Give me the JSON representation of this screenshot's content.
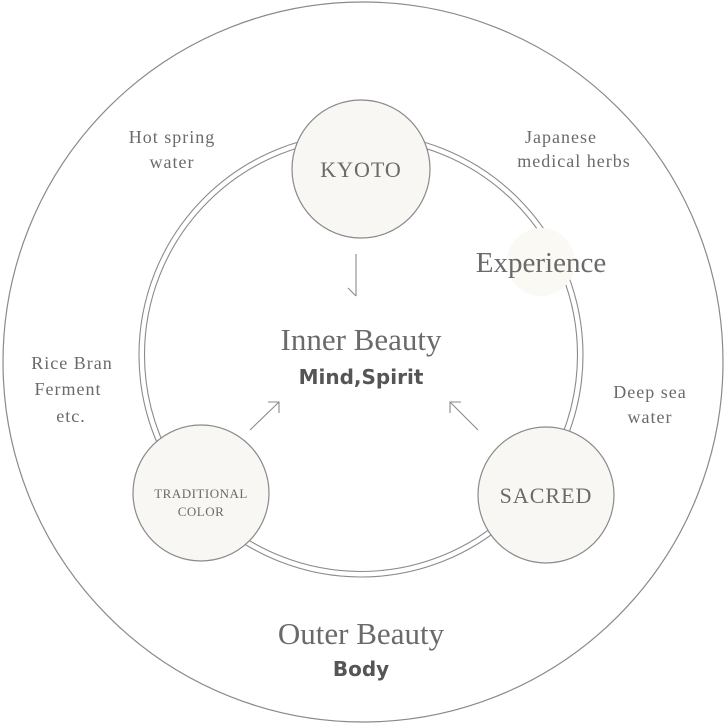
{
  "outer": {
    "title": "Outer Beauty",
    "subtitle": "Body"
  },
  "inner": {
    "title": "Inner Beauty",
    "subtitle": "Mind,Spirit"
  },
  "nodes": {
    "kyoto": "KYOTO",
    "traditional_color_line1": "TRADITIONAL",
    "traditional_color_line2": "COLOR",
    "sacred": "SACRED"
  },
  "experience": "Experience",
  "ingredients": {
    "hot_spring_line1": "Hot spring",
    "hot_spring_line2": "water",
    "herbs_line1": "Japanese",
    "herbs_line2": "medical herbs",
    "rice_bran_line1": "Rice Bran",
    "rice_bran_line2": "Ferment",
    "rice_bran_line3": "etc.",
    "deep_sea_line1": "Deep sea",
    "deep_sea_line2": "water"
  },
  "colors": {
    "stroke": "#8a8a8a",
    "node_fill": "#f8f7f3",
    "text": "#6a6a6a",
    "bold_text": "#555555"
  }
}
